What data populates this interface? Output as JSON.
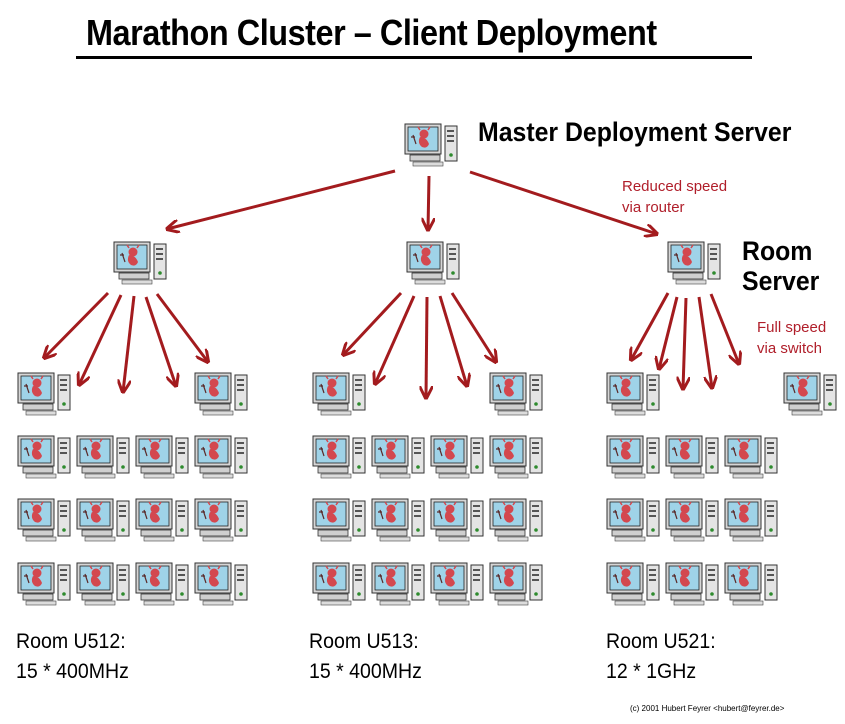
{
  "title": "Marathon Cluster – Client Deployment",
  "master_label": "Master Deployment Server",
  "room_server_label_line1": "Room",
  "room_server_label_line2": "Server",
  "router_note_line1": "Reduced speed",
  "router_note_line2": "via router",
  "switch_note_line1": "Full speed",
  "switch_note_line2": "via switch",
  "rooms": [
    {
      "name": "Room U512:",
      "spec": "15 * 400MHz",
      "clients": 15
    },
    {
      "name": "Room U513:",
      "spec": "15 * 400MHz",
      "clients": 15
    },
    {
      "name": "Room U521:",
      "spec": "12 * 1GHz",
      "clients": 12
    }
  ],
  "copyright": "(c) 2001 Hubert Feyrer <hubert@feyrer.de>",
  "colors": {
    "arrow": "#a31b1e",
    "note_text": "#b01e2a",
    "screen": "#9fd3e8",
    "mascot": "#d3484f"
  },
  "icons": [
    "computer-icon",
    "bsd-daemon-icon"
  ]
}
